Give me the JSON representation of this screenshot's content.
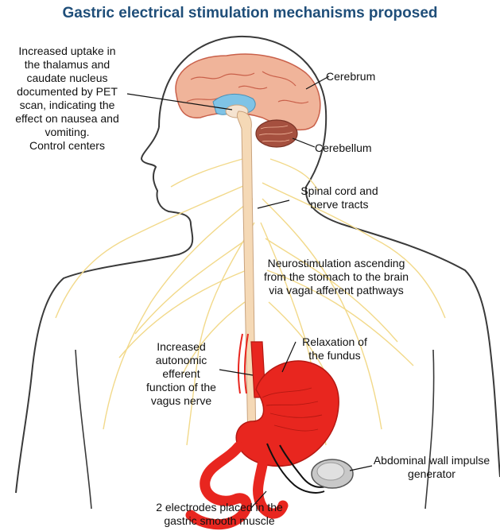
{
  "title": "Gastric electrical stimulation mechanisms proposed",
  "labels": {
    "thalamus": "Increased uptake in\nthe thalamus and\ncaudate nucleus\ndocumented by PET\nscan, indicating the\neffect on nausea and\nvomiting.\nControl centers",
    "cerebrum": "Cerebrum",
    "cerebellum": "Cerebellum",
    "spinal_cord": "Spinal cord and\nnerve tracts",
    "neurostimulation": "Neurostimulation ascending\nfrom the stomach to the brain\nvia vagal afferent pathways",
    "relaxation": "Relaxation of\nthe fundus",
    "autonomic": "Increased\nautonomic\nefferent\nfunction of the\nvagus nerve",
    "generator": "Abdominal wall impulse\ngenerator",
    "electrodes": "2 electrodes placed in the\ngastric smooth muscle"
  },
  "colors": {
    "title": "#1f4e79",
    "body_outline": "#3a3a3a",
    "nerves": "#f2d98a",
    "brain": "#f0b49a",
    "brain_detail": "#c9604a",
    "ventricle": "#7fc3e6",
    "cerebellum": "#a5503f",
    "spinal_cord": "#f5d9b6",
    "stomach": "#e8261f",
    "stomach_dark": "#b51812",
    "generator": "#c8c8c8"
  }
}
